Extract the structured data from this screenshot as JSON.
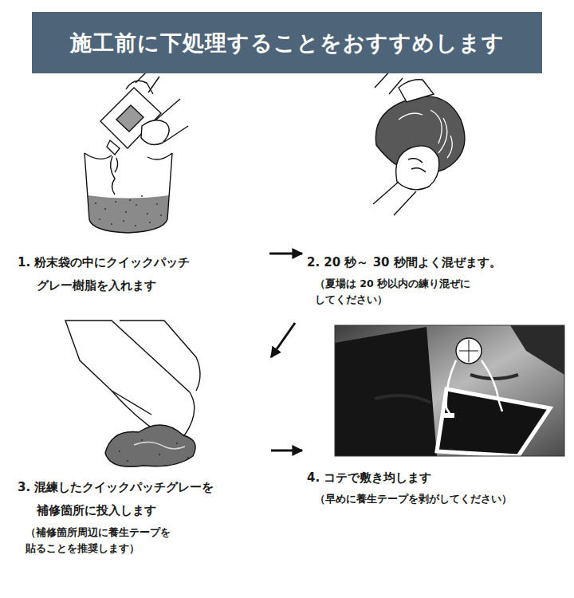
{
  "diagram": {
    "title": "施工前に下処理することをおすすめします",
    "nodes": [
      {
        "text": [
          "1. 粉末袋の中にクイックパッチ グレー樹脂を入れます"
        ]
      },
      {
        "text": [
          "2. 20 秒～ 30 秒間よく混ぜます。",
          "（夏場は 20 秒以内の練り混ぜに してください）"
        ]
      },
      {
        "text": [
          "3. 混練したクイックパッチグレーを 補修箇所に投入します",
          "（補修箇所周辺に養生テープを 貼ることを推奨します）"
        ]
      },
      {
        "text": [
          "4. コテで敷き均します",
          "（早めに養生テープを剥がしてください）"
        ]
      }
    ],
    "edges": [
      {
        "from": 0,
        "to": 1,
        "arrow": "to"
      },
      {
        "from": 1,
        "to": 2,
        "arrow": "to"
      },
      {
        "from": 2,
        "to": 3,
        "arrow": "to"
      }
    ]
  }
}
